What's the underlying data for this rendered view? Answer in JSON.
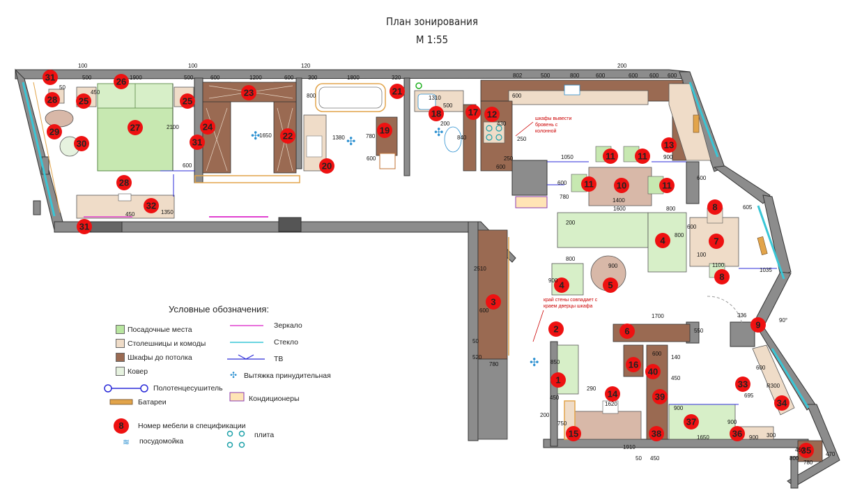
{
  "plan": {
    "title": "План зонирования",
    "scale": "М 1:55"
  },
  "legend": {
    "heading": "Условные обозначения:",
    "items": [
      {
        "label": "Посадочные места",
        "color": "#b9e6a0"
      },
      {
        "label": "Столешницы и комоды",
        "color": "#efdcc8"
      },
      {
        "label": "Шкафы до потолка",
        "color": "#9a6a52"
      },
      {
        "label": "Ковер",
        "color": "#e6f2df"
      },
      {
        "label": "Зеркало"
      },
      {
        "label": "Стекло"
      },
      {
        "label": "ТВ"
      },
      {
        "label": "Вытяжка принудительная"
      },
      {
        "label": "Полотенцесушитель"
      },
      {
        "label": "Батареи"
      },
      {
        "label": "Кондиционеры"
      },
      {
        "label": "Номер мебели в спецификации",
        "sample": "8"
      },
      {
        "label": "посудомойка"
      },
      {
        "label": "плита"
      }
    ]
  },
  "note": {
    "line1": "шкафы вывести",
    "line2": "бровень с",
    "line3": "колонной",
    "line4": "край стены совпадает с",
    "line5": "краем дверцы шкафа"
  },
  "furniture_numbers": [
    "31",
    "26",
    "28",
    "25",
    "29",
    "30",
    "27",
    "25",
    "24",
    "31",
    "23",
    "22",
    "28",
    "32",
    "31",
    "21",
    "18",
    "17",
    "12",
    "19",
    "20",
    "13",
    "11",
    "11",
    "11",
    "10",
    "11",
    "8",
    "7",
    "4",
    "8",
    "4",
    "5",
    "3",
    "2",
    "6",
    "9",
    "1",
    "16",
    "40",
    "14",
    "39",
    "33",
    "34",
    "37",
    "15",
    "38",
    "36",
    "35"
  ],
  "dimensions": [
    "100",
    "500",
    "1900",
    "100",
    "500",
    "600",
    "1200",
    "600",
    "120",
    "300",
    "1800",
    "320",
    "802",
    "500",
    "800",
    "600",
    "200",
    "600",
    "600",
    "600",
    "50",
    "450",
    "2100",
    "600",
    "1650",
    "800",
    "1380",
    "780",
    "600",
    "1310",
    "500",
    "200",
    "840",
    "430",
    "600",
    "250",
    "600",
    "250",
    "1050",
    "900",
    "600",
    "780",
    "1400",
    "1600",
    "800",
    "200",
    "900",
    "600",
    "605",
    "600",
    "1035",
    "1100",
    "100",
    "800",
    "900",
    "800",
    "1700",
    "600",
    "550",
    "336",
    "90°",
    "2510",
    "600",
    "50",
    "520",
    "780",
    "850",
    "290",
    "450",
    "1620",
    "200",
    "750",
    "1910",
    "50",
    "450",
    "140",
    "450",
    "900",
    "1650",
    "900",
    "900",
    "300",
    "450",
    "800",
    "780",
    "470",
    "695",
    "R300",
    "600",
    "1350",
    "450"
  ]
}
